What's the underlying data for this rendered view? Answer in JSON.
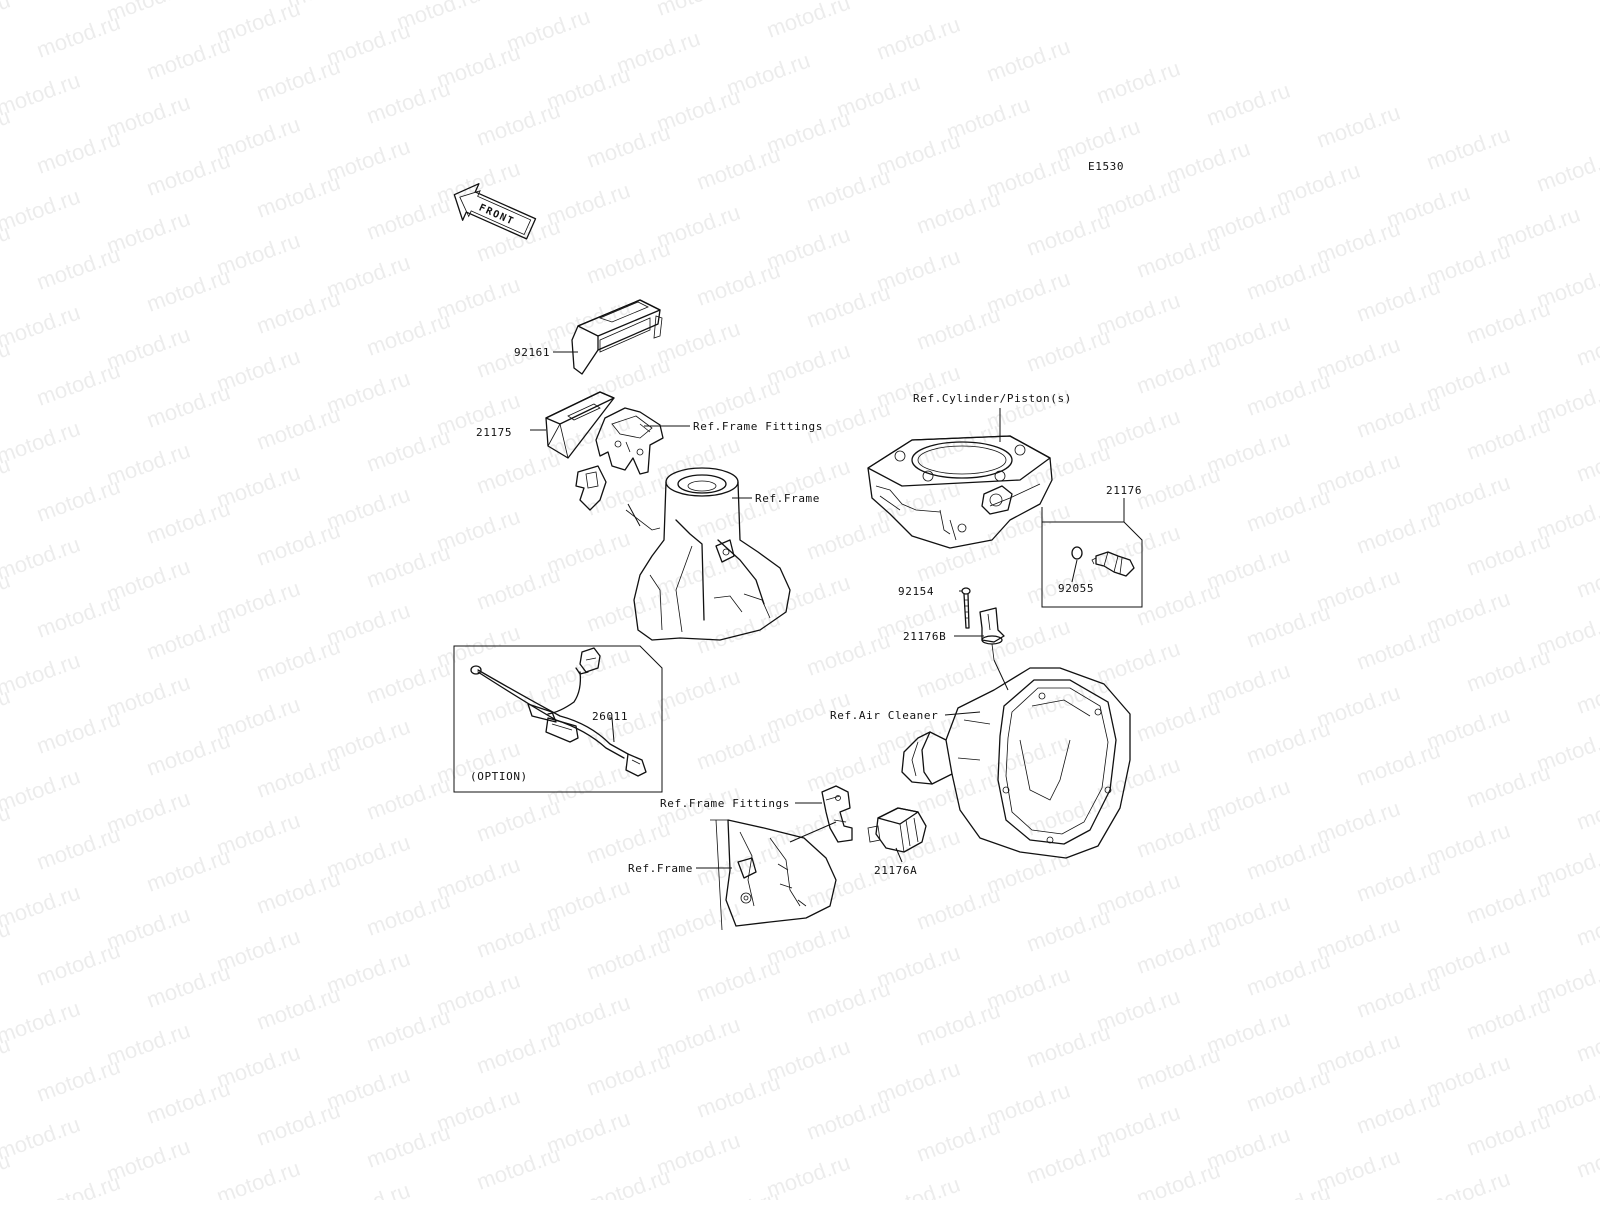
{
  "diagram": {
    "code": "E1530",
    "watermark": "motod.ru",
    "front_arrow": "FRONT",
    "option_label": "(OPTION)",
    "labels": {
      "p92161": "92161",
      "p21175": "21175",
      "ref_frame_fittings_top": "Ref.Frame Fittings",
      "ref_frame_top": "Ref.Frame",
      "ref_cylinder": "Ref.Cylinder/Piston(s)",
      "p21176": "21176",
      "p92055": "92055",
      "p92154": "92154",
      "p21176b": "21176B",
      "ref_air_cleaner": "Ref.Air Cleaner",
      "p26011": "26011",
      "ref_frame_fittings_bottom": "Ref.Frame Fittings",
      "ref_frame_bottom": "Ref.Frame",
      "p21176a": "21176A"
    }
  }
}
